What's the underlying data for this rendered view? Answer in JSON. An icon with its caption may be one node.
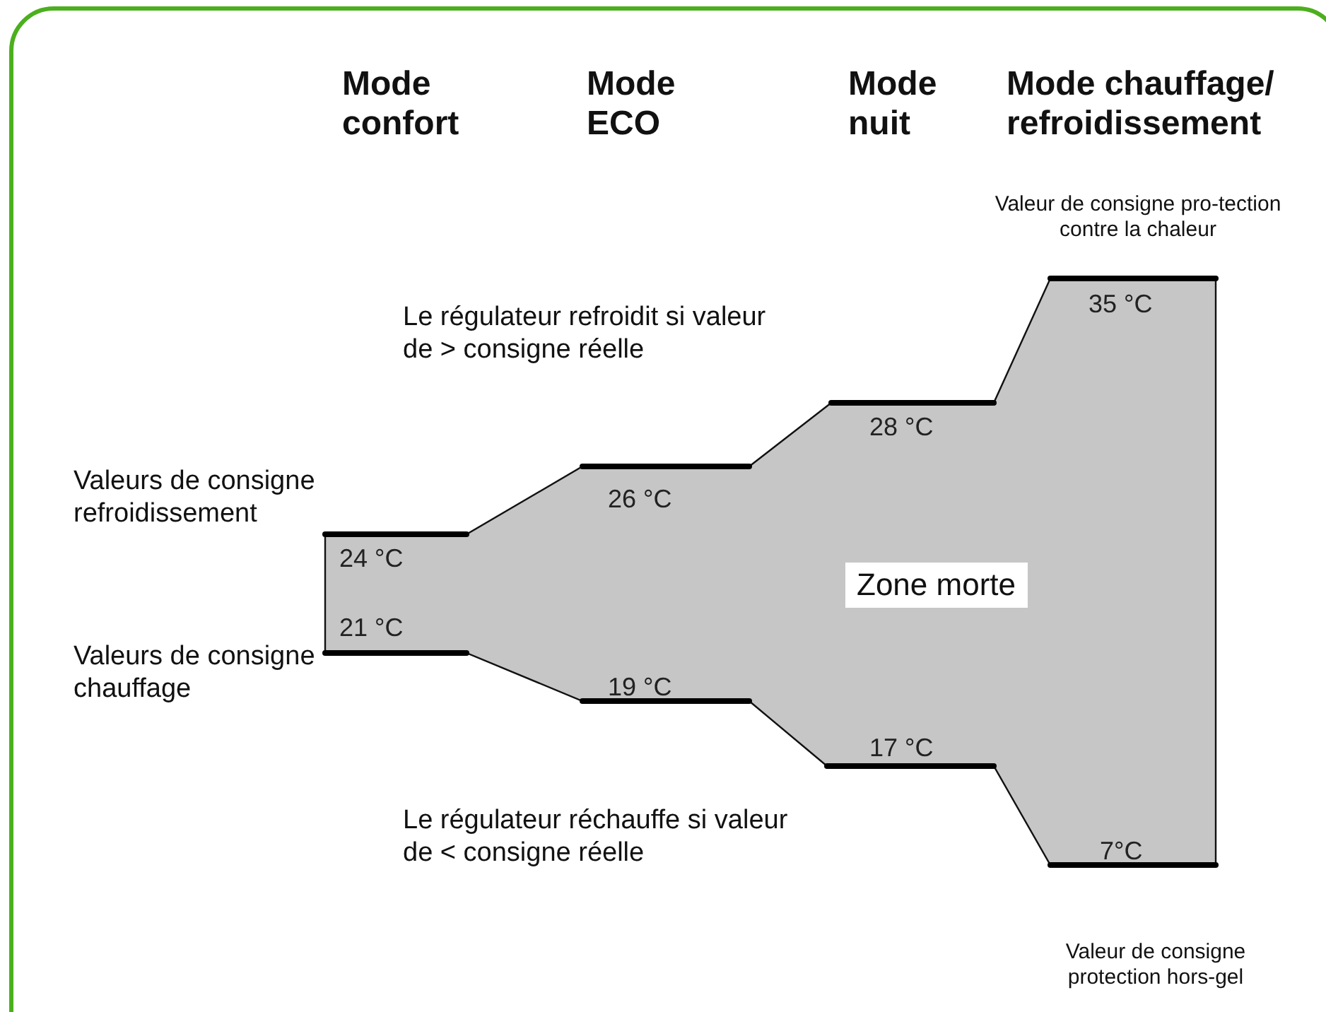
{
  "diagram": {
    "labels": [
      "Mode confort",
      "Mode ECO",
      "Mode nuit",
      "Mode chauffage/ refroidissement",
      "Valeur de consigne pro-tection contre la chaleur",
      "35 °C",
      "Le régulateur refroidit si valeur de > consigne réelle",
      "28 °C",
      "Valeurs de consigne refroidissement",
      "26 °C",
      "24 °C",
      "Zone morte",
      "21 °C",
      "Valeurs de consigne chauffage",
      "19 °C",
      "17 °C",
      "Le régulateur réchauffe si valeur de < consigne réelle",
      "7°C",
      "Valeur de consigne protection hors-gel"
    ]
  }
}
